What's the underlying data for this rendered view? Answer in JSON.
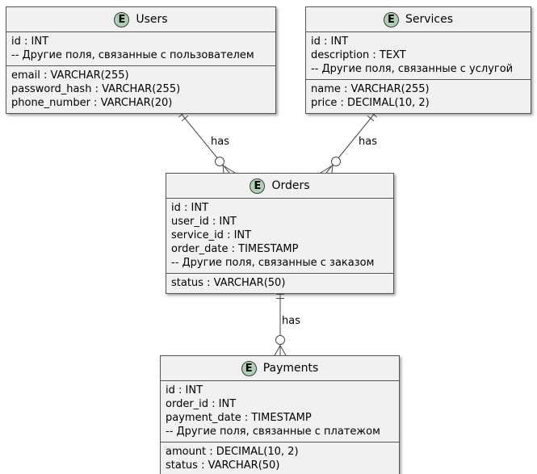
{
  "diagram": {
    "stereotype_letter": "E",
    "colors": {
      "background": "#FFFFFF",
      "entity_fill": "#F1F1F1",
      "entity_border": "#555555",
      "stereotype_circle_fill": "#ADD1B2",
      "stereotype_circle_border": "#3A3A3A",
      "relationship_line": "#454645",
      "text": "#000000"
    }
  },
  "entities": [
    {
      "name": "Users",
      "sections": [
        [
          "id : INT",
          "-- Другие поля, связанные с пользователем"
        ],
        [
          "email : VARCHAR(255)",
          "password_hash : VARCHAR(255)",
          "phone_number : VARCHAR(20)"
        ]
      ]
    },
    {
      "name": "Services",
      "sections": [
        [
          "id : INT",
          "description : TEXT",
          "-- Другие поля, связанные с услугой"
        ],
        [
          "name : VARCHAR(255)",
          "price : DECIMAL(10, 2)"
        ]
      ]
    },
    {
      "name": "Orders",
      "sections": [
        [
          "id : INT",
          "user_id : INT",
          "service_id : INT",
          "order_date : TIMESTAMP",
          "-- Другие поля, связанные с заказом"
        ],
        [
          "status : VARCHAR(50)"
        ]
      ]
    },
    {
      "name": "Payments",
      "sections": [
        [
          "id : INT",
          "order_id : INT",
          "payment_date : TIMESTAMP",
          "-- Другие поля, связанные с платежом"
        ],
        [
          "amount : DECIMAL(10, 2)",
          "status : VARCHAR(50)"
        ]
      ]
    }
  ],
  "relationships": [
    {
      "from": "Users",
      "to": "Orders",
      "label": "has",
      "from_cardinality": "exactly-one",
      "to_cardinality": "zero-or-many"
    },
    {
      "from": "Services",
      "to": "Orders",
      "label": "has",
      "from_cardinality": "exactly-one",
      "to_cardinality": "zero-or-many"
    },
    {
      "from": "Orders",
      "to": "Payments",
      "label": "has",
      "from_cardinality": "exactly-one",
      "to_cardinality": "zero-or-many"
    }
  ]
}
